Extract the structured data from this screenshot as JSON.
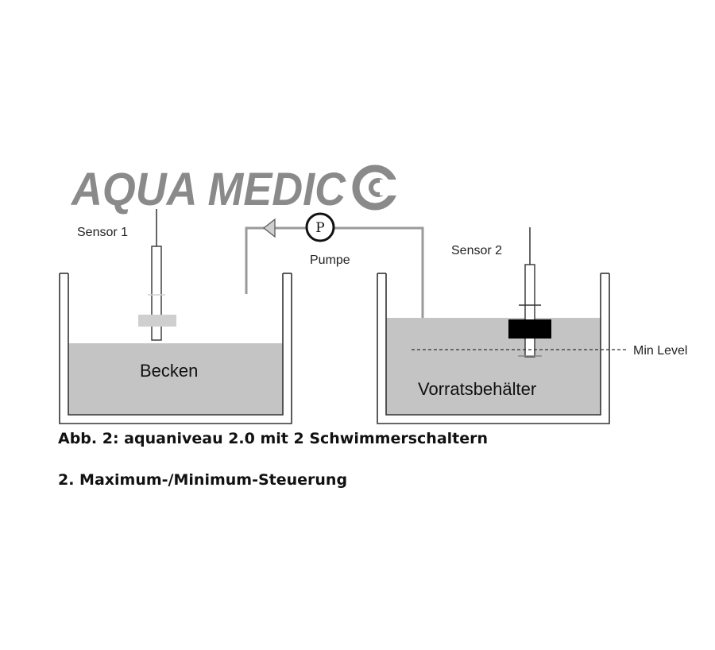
{
  "logo": {
    "text": "AQUA MEDIC"
  },
  "labels": {
    "sensor1": "Sensor 1",
    "sensor2": "Sensor 2",
    "pump_symbol": "P",
    "pump": "Pumpe",
    "tank_left": "Becken",
    "tank_right": "Vorratsbehälter",
    "min_level": "Min Level"
  },
  "captions": {
    "figure": "Abb. 2: aquaniveau 2.0 mit 2 Schwimmerschaltern",
    "section": "2. Maximum-/Minimum-Steuerung"
  },
  "colors": {
    "logo": "#8a8a8a",
    "water": "#c4c4c4",
    "pipe": "#9a9a9a",
    "float": "#000000"
  }
}
